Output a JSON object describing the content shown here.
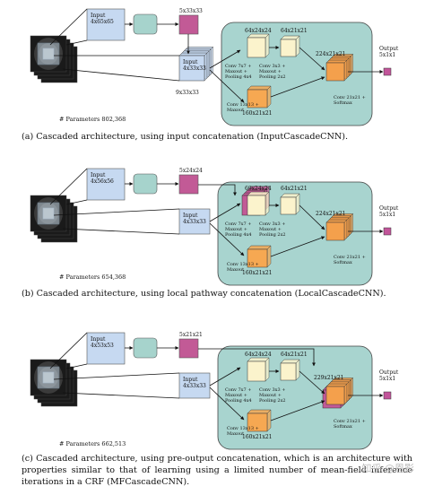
{
  "panel_a": {
    "input_top": "Input",
    "input_top_dims": "4x65x65",
    "conv_top": "5x33x33",
    "input_bottom": "Input",
    "input_bottom_dims": "4x33x33",
    "concat_dims": "9x33x33",
    "local_a": "64x24x24",
    "local_b": "64x21x21",
    "conv1_label": [
      "Conv 7x7 +",
      "Maxout +",
      "Pooling 4x4"
    ],
    "conv2_label": [
      "Conv 3x3 +",
      "Maxout +",
      "Pooling 2x2"
    ],
    "global_dims": "160x21x21",
    "global_label": [
      "Conv 13x13 +",
      "Maxout"
    ],
    "merge_dims": "224x21x21",
    "final_label": [
      "Conv 21x21 +",
      "Softmax"
    ],
    "output": "Output",
    "output_dims": "5x1x1",
    "params": "# Parameters 802,368",
    "caption": "(a) Cascaded architecture, using input concatenation (InputCascadeCNN)."
  },
  "panel_b": {
    "input_top": "Input",
    "input_top_dims": "4x56x56",
    "conv_top": "5x24x24",
    "input_bottom": "Input",
    "input_bottom_dims": "4x33x33",
    "local_a": "69x24x24",
    "local_b": "64x21x21",
    "conv1_label": [
      "Conv 7x7 +",
      "Maxout +",
      "Pooling 4x4"
    ],
    "conv2_label": [
      "Conv 3x3 +",
      "Maxout +",
      "Pooling 2x2"
    ],
    "global_dims": "160x21x21",
    "global_label": [
      "Conv 13x13 +",
      "Maxout"
    ],
    "merge_dims": "224x21x21",
    "final_label": [
      "Conv 21x21 +",
      "Softmax"
    ],
    "output": "Output",
    "output_dims": "5x1x1",
    "params": "# Parameters 654,368",
    "caption": "(b)  Cascaded  architecture,  using  local  pathway  concatenation (LocalCascadeCNN)."
  },
  "panel_c": {
    "input_top": "Input",
    "input_top_dims": "4x53x53",
    "conv_top": "5x21x21",
    "input_bottom": "Input",
    "input_bottom_dims": "4x33x33",
    "local_a": "64x24x24",
    "local_b": "64x21x21",
    "conv1_label": [
      "Conv 7x7 +",
      "Maxout +",
      "Pooling 4x4"
    ],
    "conv2_label": [
      "Conv 3x3 +",
      "Maxout +",
      "Pooling 2x2"
    ],
    "global_dims": "160x21x21",
    "global_label": [
      "Conv 13x13 +",
      "Maxout"
    ],
    "merge_dims": "229x21x21",
    "final_label": [
      "Conv 21x21 +",
      "Softmax"
    ],
    "output": "Output",
    "output_dims": "5x1x1",
    "params": "# Parameters 662,513",
    "caption": "(c) Cascaded architecture, using pre-output concatenation, which is an architecture with properties similar to that of learning using a limited number of mean-field inference iterations in a CRF (MFCascadeCNN)."
  },
  "watermark": "知乎 @恩影",
  "colors": {
    "input_box": "#c6d9f1",
    "teal_block": "#a6d3cc",
    "magenta": "#c25a96",
    "panel_bg": "#a8d4cf",
    "local_cube": "#fbf3cc",
    "global_cube": "#f6a852",
    "merge_cube": "#f4a04c",
    "output": "#c2559a"
  }
}
